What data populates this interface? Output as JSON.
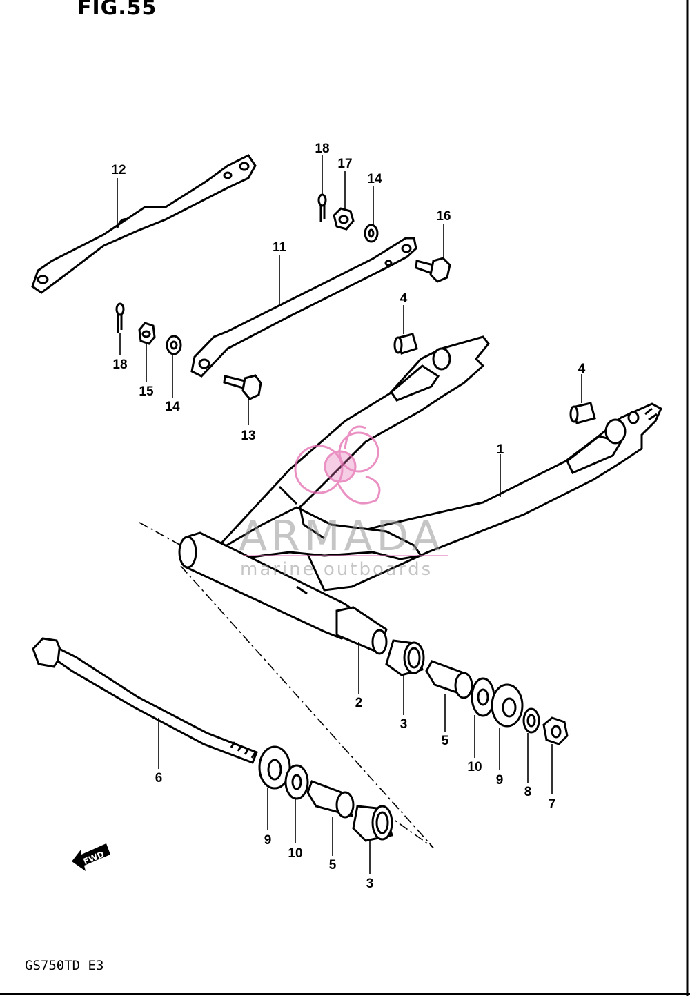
{
  "figure": {
    "title": "FIG.55",
    "model": "GS750TD  E3"
  },
  "watermark": {
    "brand": "ARMADA",
    "tagline": "marine outboards",
    "accent_color": "#e36bb0"
  },
  "direction_marker": {
    "text": "FWD"
  },
  "callouts": [
    "1",
    "2",
    "3",
    "3",
    "4",
    "4",
    "5",
    "5",
    "6",
    "7",
    "8",
    "9",
    "9",
    "10",
    "10",
    "11",
    "12",
    "13",
    "14",
    "14",
    "15",
    "16",
    "17",
    "18",
    "18"
  ]
}
